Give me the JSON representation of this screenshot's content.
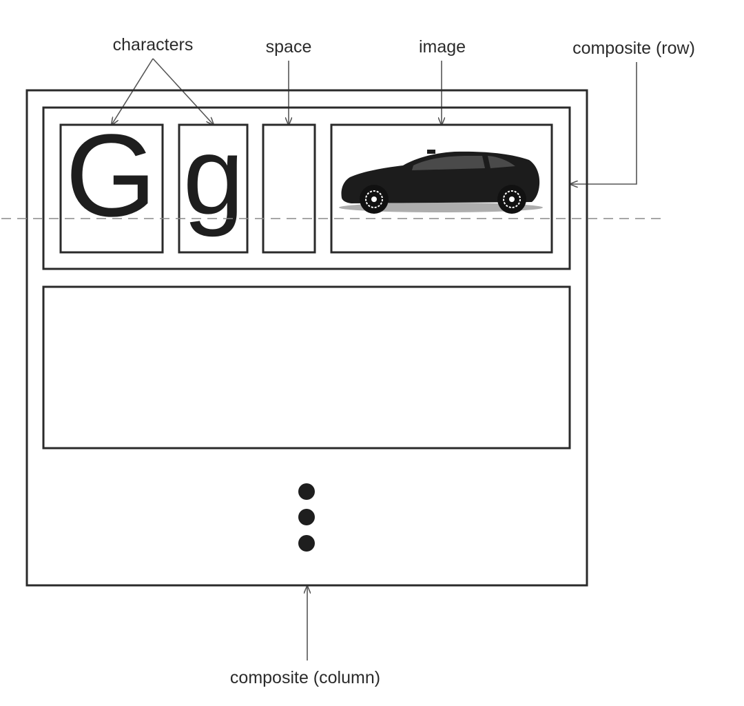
{
  "labels": {
    "characters": "characters",
    "space": "space",
    "image": "image",
    "composite_row": "composite (row)",
    "composite_column": "composite (column)"
  },
  "glyphs": {
    "upper_g": "G",
    "lower_g": "g"
  },
  "colors": {
    "stroke": "#2a2a2a",
    "arrow": "#555555",
    "baseline": "#888888",
    "car": "#1c1c1c",
    "dot": "#1e1e1e"
  },
  "icons": {
    "image_content": "car-icon",
    "continuation": "vertical-ellipsis-icon"
  }
}
